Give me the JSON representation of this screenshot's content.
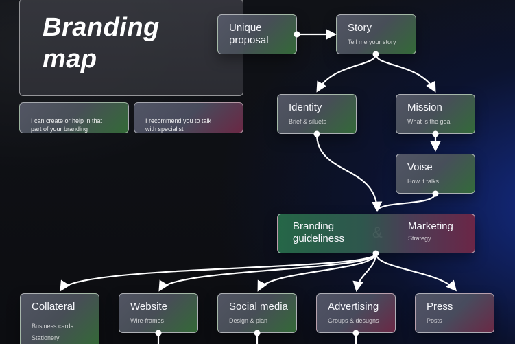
{
  "title": "Branding\nmap",
  "legend": {
    "left_text": "I can create or help in that\npart of your branding",
    "right_text": "I recommend you to talk\nwith specialist"
  },
  "nodes": {
    "unique_proposal": {
      "title": "Unique\nproposal"
    },
    "story": {
      "title": "Story",
      "subtitle": "Tell me your story"
    },
    "identity": {
      "title": "Identity",
      "subtitle": "Brief & siluets"
    },
    "mission": {
      "title": "Mission",
      "subtitle": "What is the goal"
    },
    "voise": {
      "title": "Voise",
      "subtitle": "How it talks"
    },
    "branding_guideliness": {
      "title": "Branding\nguideliness"
    },
    "marketing": {
      "title": "Marketing",
      "subtitle": "Strategy"
    },
    "ampersand": "&",
    "collateral": {
      "title": "Collateral",
      "subtitle": "Business cards\nStationery"
    },
    "website": {
      "title": "Website",
      "subtitle": "Wire-frames"
    },
    "social_media": {
      "title": "Social media",
      "subtitle": "Design & plan"
    },
    "advertising": {
      "title": "Advertising",
      "subtitle": "Groups & desugns"
    },
    "press": {
      "title": "Press",
      "subtitle": "Posts"
    }
  },
  "colors": {
    "green_hint": "#366f39",
    "red_hint": "#702a47",
    "line": "#ffffff"
  }
}
